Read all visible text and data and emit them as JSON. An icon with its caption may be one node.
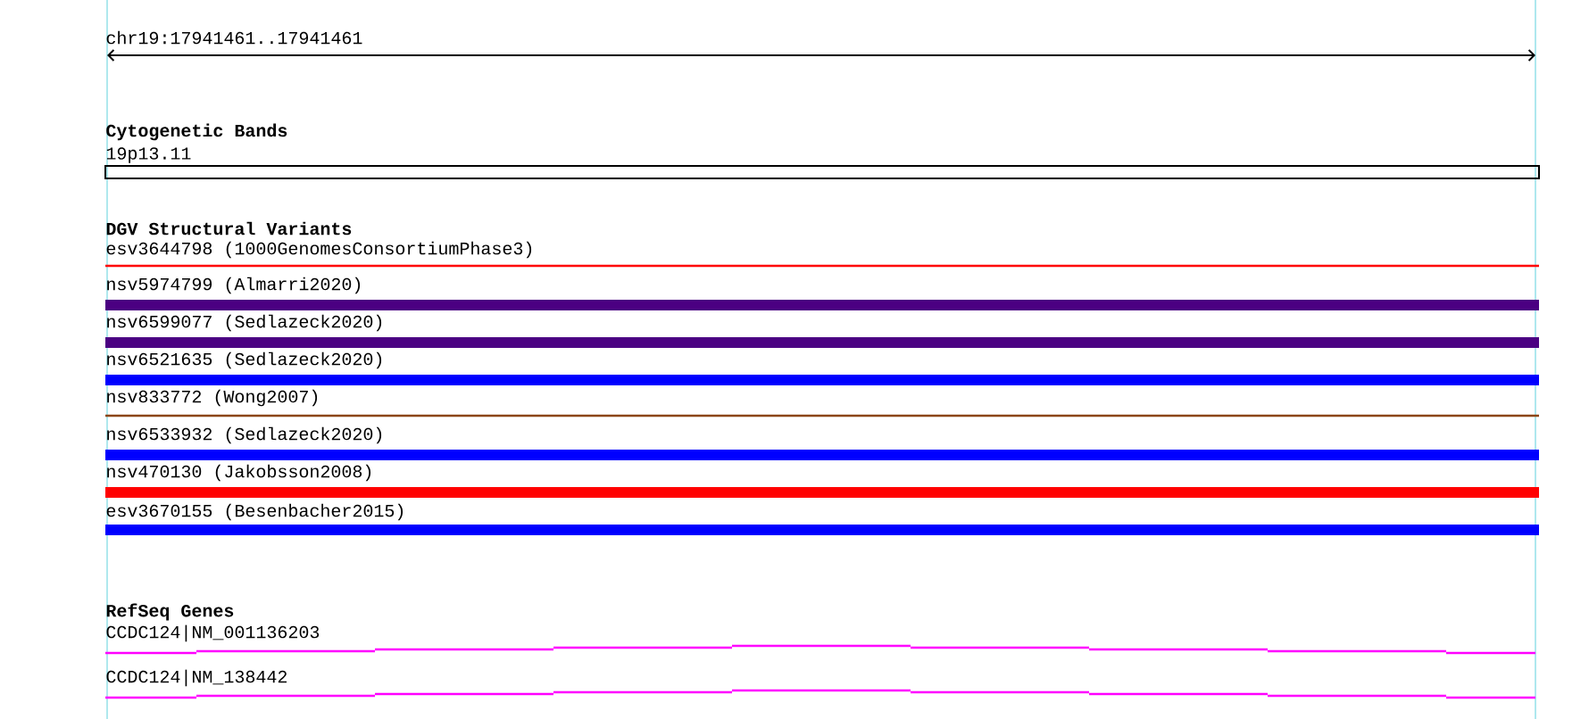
{
  "diagram": {
    "labels": [
      "chr19:17941461..17941461",
      "Cytogenetic Bands",
      "19p13.11",
      "DGV Structural Variants",
      "esv3644798 (1000GenomesConsortiumPhase3)",
      "nsv5974799 (Almarri2020)",
      "nsv6599077 (Sedlazeck2020)",
      "nsv6521635 (Sedlazeck2020)",
      "nsv833772 (Wong2007)",
      "nsv6533932 (Sedlazeck2020)",
      "nsv470130 (Jakobsson2008)",
      "esv3670155 (Besenbacher2015)",
      "RefSeq Genes",
      "CCDC124|NM_001136203",
      "CCDC124|NM_138442"
    ]
  }
}
